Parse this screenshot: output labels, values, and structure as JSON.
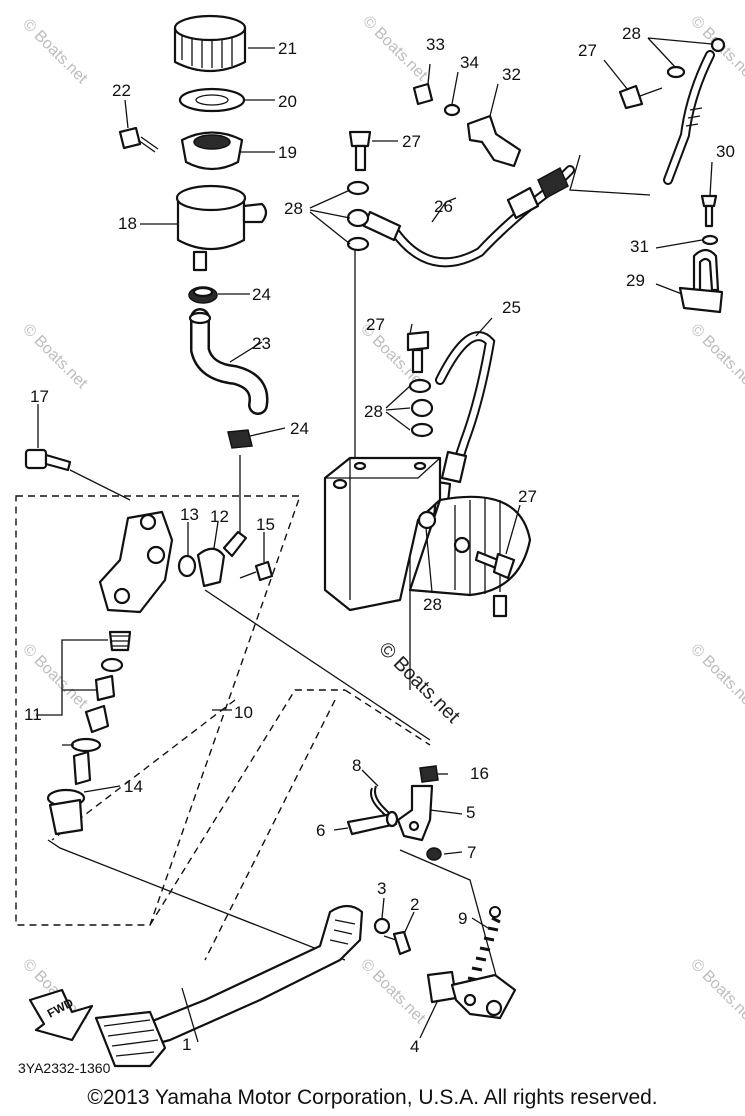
{
  "diagram": {
    "part_labels": [
      "1",
      "2",
      "3",
      "4",
      "5",
      "6",
      "7",
      "8",
      "9",
      "10",
      "11",
      "12",
      "13",
      "14",
      "15",
      "16",
      "17",
      "18",
      "19",
      "20",
      "21",
      "22",
      "23",
      "24",
      "24",
      "25",
      "26",
      "27",
      "27",
      "27",
      "28",
      "28",
      "28",
      "28",
      "29",
      "30",
      "31",
      "32",
      "33",
      "34"
    ],
    "watermark_text": "© Boats.net",
    "center_watermark_text": "© Boats.net",
    "fwd_label": "FWD",
    "diagram_code": "3YA2332-1360",
    "copyright": "©2013 Yamaha Motor Corporation, U.S.A. All rights reserved."
  }
}
